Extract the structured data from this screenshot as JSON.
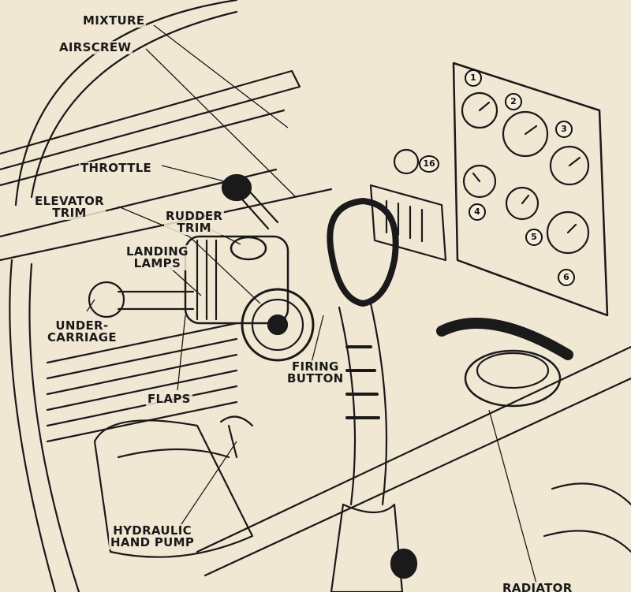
{
  "colors": {
    "paper": "#f1e8d4",
    "ink": "#1a1a1a"
  },
  "labels": {
    "mixture": "MIXTURE",
    "airscrew": "AIRSCREW",
    "throttle": "THROTTLE",
    "elevator_trim": [
      "ELEVATOR",
      "TRIM"
    ],
    "rudder_trim": [
      "RUDDER",
      "TRIM"
    ],
    "landing_lamps": [
      "LANDING",
      "LAMPS"
    ],
    "undercarriage": [
      "UNDER-",
      "CARRIAGE"
    ],
    "flaps": "FLAPS",
    "firing_button": [
      "FIRING",
      "BUTTON"
    ],
    "hydraulic_hand_pump": [
      "HYDRAULIC",
      "HAND PUMP"
    ],
    "radiator_partial": "RADIATOR"
  },
  "gauge_numbers": [
    "1",
    "2",
    "3",
    "4",
    "5",
    "6",
    "16"
  ]
}
